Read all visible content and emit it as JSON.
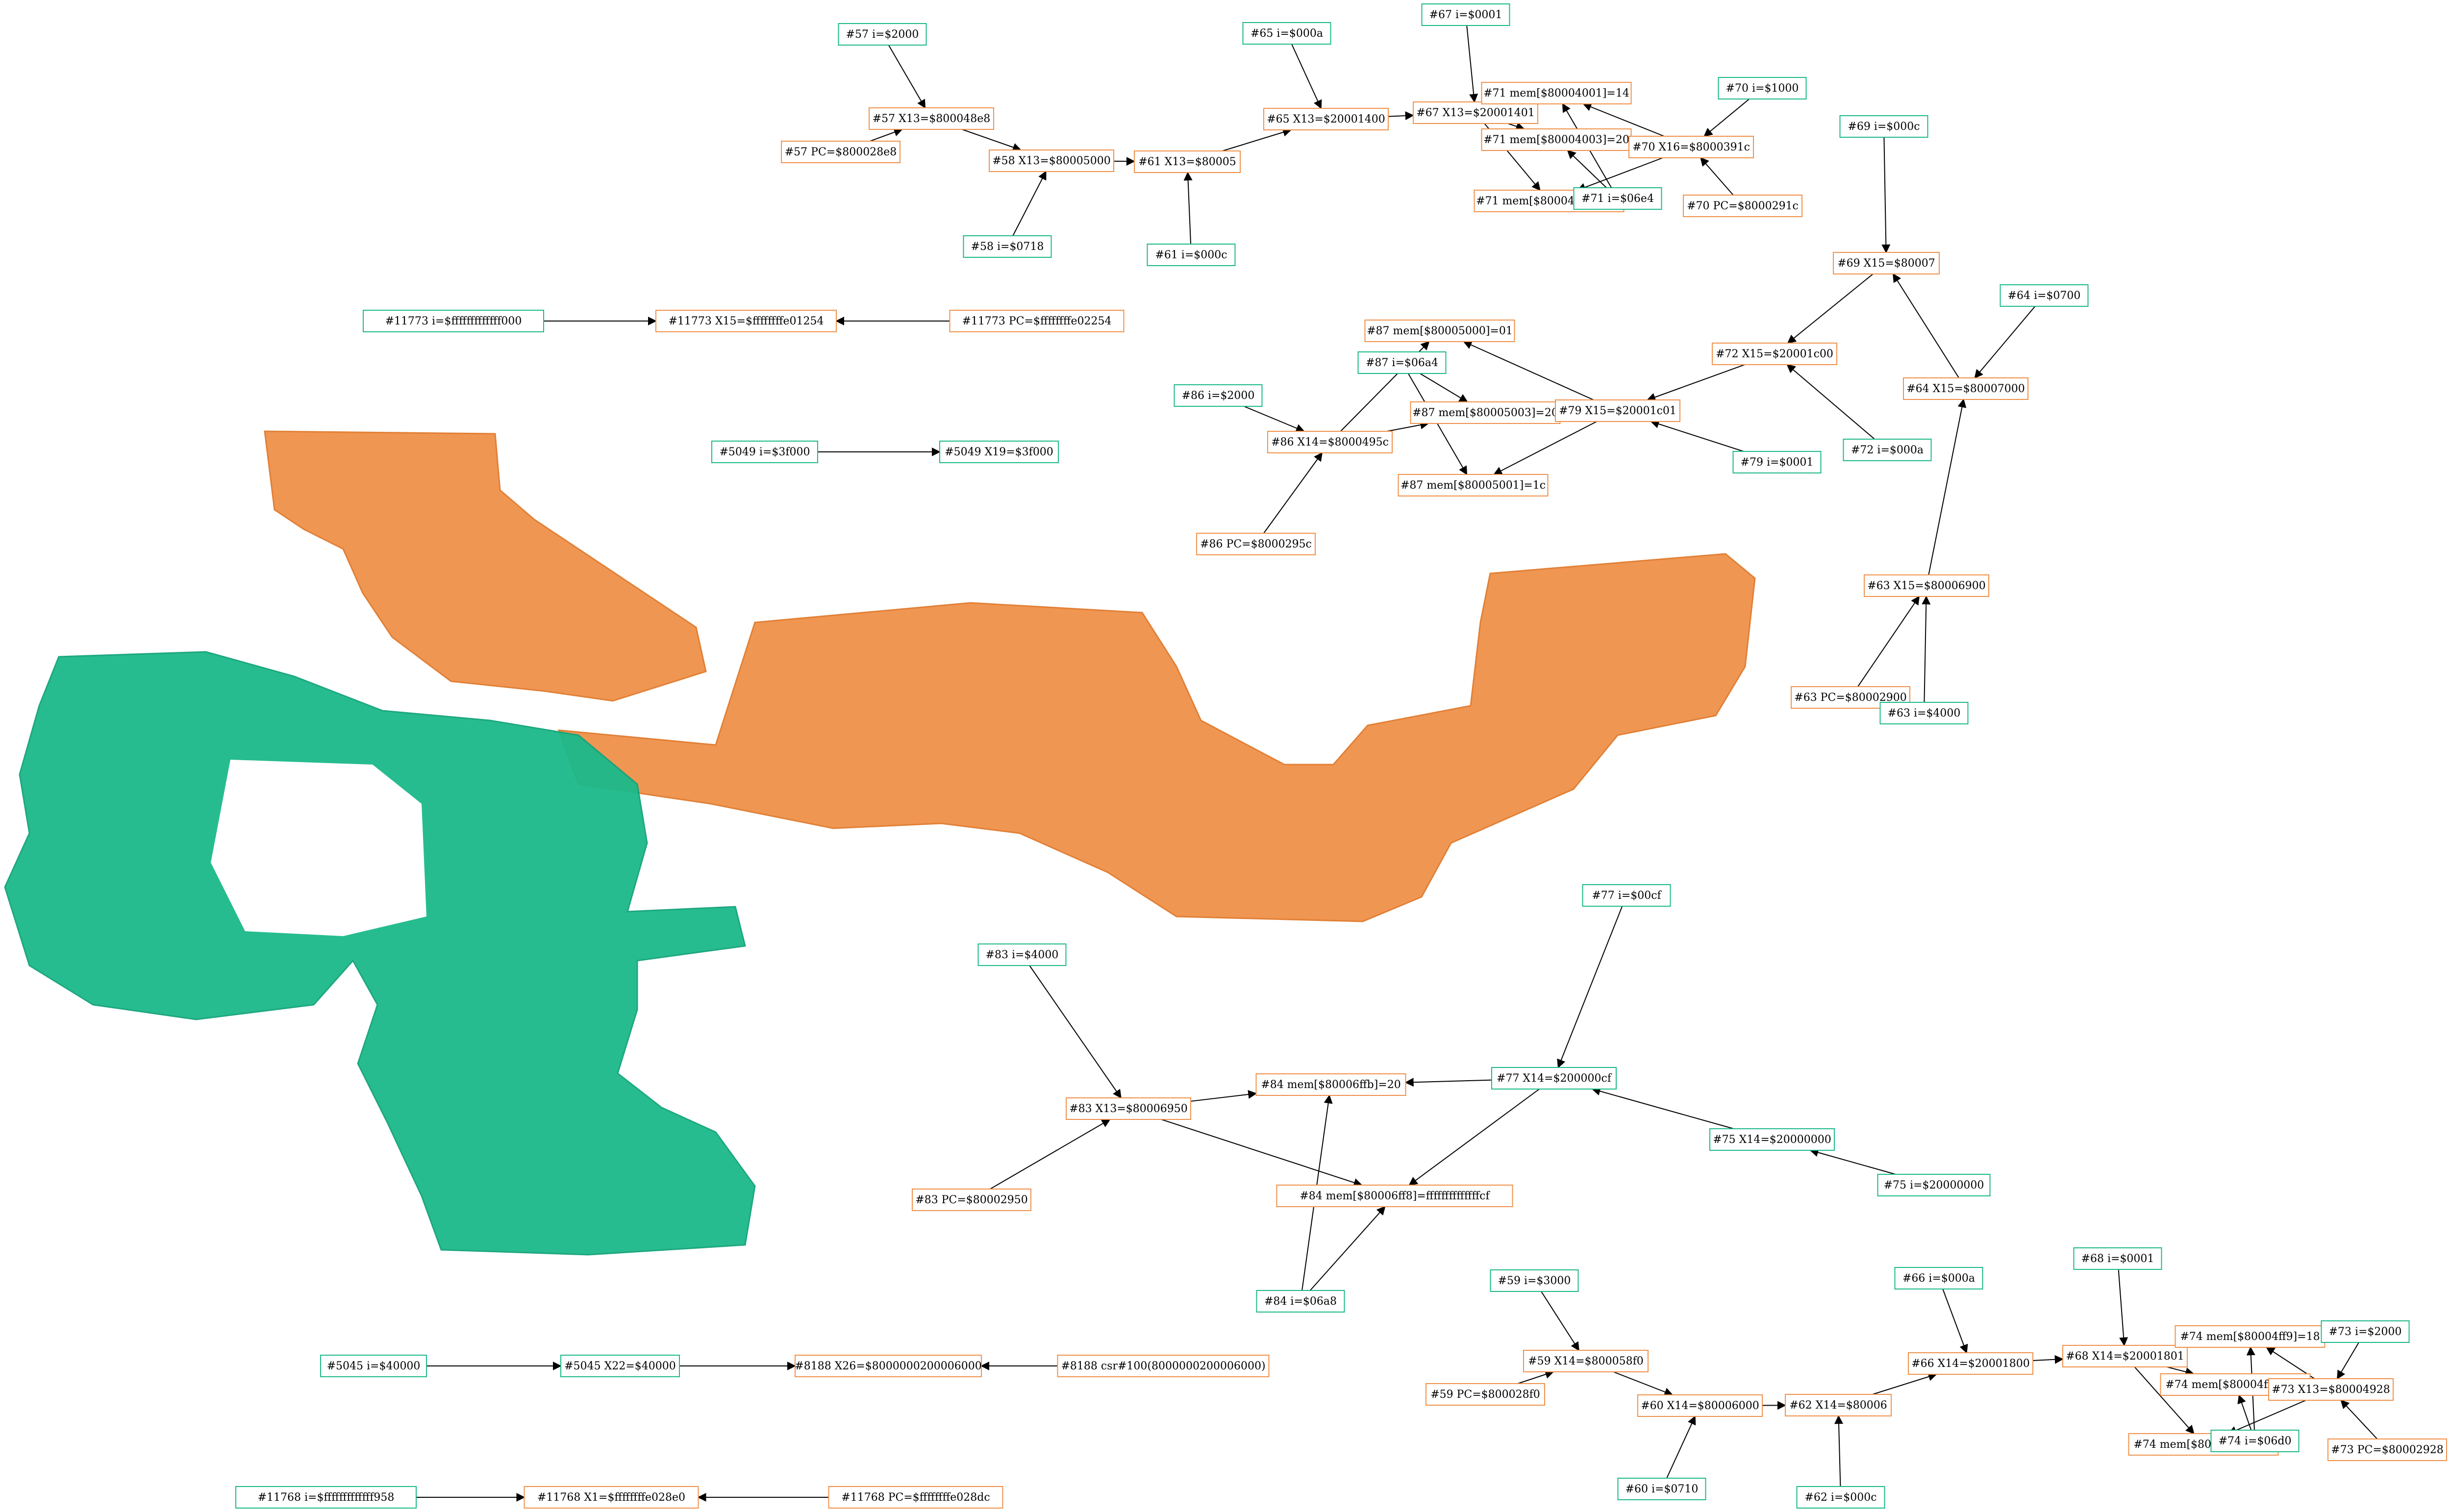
{
  "colors": {
    "teal": "#1bb98a",
    "orange": "#f0914a",
    "text": "#000000",
    "edge": "#000000",
    "background": "#ffffff"
  },
  "nodes": [
    {
      "id": "n57i",
      "label": "#57 i=$2000",
      "kind": "teal"
    },
    {
      "id": "n57x",
      "label": "#57 X13=$800048e8",
      "kind": "orange"
    },
    {
      "id": "n57pc",
      "label": "#57 PC=$800028e8",
      "kind": "orange"
    },
    {
      "id": "n58x",
      "label": "#58 X13=$80005000",
      "kind": "orange"
    },
    {
      "id": "n58i",
      "label": "#58 i=$0718",
      "kind": "teal"
    },
    {
      "id": "n61x",
      "label": "#61 X13=$80005",
      "kind": "orange"
    },
    {
      "id": "n61i",
      "label": "#61 i=$000c",
      "kind": "teal"
    },
    {
      "id": "n65i",
      "label": "#65 i=$000a",
      "kind": "teal"
    },
    {
      "id": "n65x",
      "label": "#65 X13=$20001400",
      "kind": "orange"
    },
    {
      "id": "n67i",
      "label": "#67 i=$0001",
      "kind": "teal"
    },
    {
      "id": "n67x",
      "label": "#67 X13=$20001401",
      "kind": "orange"
    },
    {
      "id": "n71m1",
      "label": "#71 mem[$80004001]=14",
      "kind": "orange"
    },
    {
      "id": "n71m3",
      "label": "#71 mem[$80004003]=20",
      "kind": "orange"
    },
    {
      "id": "n71m0",
      "label": "#71 mem[$80004000]=01",
      "kind": "orange"
    },
    {
      "id": "n71i",
      "label": "#71 i=$06e4",
      "kind": "teal"
    },
    {
      "id": "n70i",
      "label": "#70 i=$1000",
      "kind": "teal"
    },
    {
      "id": "n70x",
      "label": "#70 X16=$8000391c",
      "kind": "orange"
    },
    {
      "id": "n70pc",
      "label": "#70 PC=$8000291c",
      "kind": "orange"
    },
    {
      "id": "n69i",
      "label": "#69 i=$000c",
      "kind": "teal"
    },
    {
      "id": "n69x",
      "label": "#69 X15=$80007",
      "kind": "orange"
    },
    {
      "id": "n64i",
      "label": "#64 i=$0700",
      "kind": "teal"
    },
    {
      "id": "n64x",
      "label": "#64 X15=$80007000",
      "kind": "orange"
    },
    {
      "id": "n72x",
      "label": "#72 X15=$20001c00",
      "kind": "orange"
    },
    {
      "id": "n72i",
      "label": "#72 i=$000a",
      "kind": "teal"
    },
    {
      "id": "n63x",
      "label": "#63 X15=$80006900",
      "kind": "orange"
    },
    {
      "id": "n63pc",
      "label": "#63 PC=$80002900",
      "kind": "orange"
    },
    {
      "id": "n63i",
      "label": "#63 i=$4000",
      "kind": "teal"
    },
    {
      "id": "n11773i",
      "label": "#11773 i=$fffffffffffff000",
      "kind": "teal"
    },
    {
      "id": "n11773x",
      "label": "#11773 X15=$ffffffffe01254",
      "kind": "orange"
    },
    {
      "id": "n11773pc",
      "label": "#11773 PC=$ffffffffe02254",
      "kind": "orange"
    },
    {
      "id": "n87m0",
      "label": "#87 mem[$80005000]=01",
      "kind": "orange"
    },
    {
      "id": "n87i",
      "label": "#87 i=$06a4",
      "kind": "teal"
    },
    {
      "id": "n87m3",
      "label": "#87 mem[$80005003]=20",
      "kind": "orange"
    },
    {
      "id": "n87m1",
      "label": "#87 mem[$80005001]=1c",
      "kind": "orange"
    },
    {
      "id": "n79x",
      "label": "#79 X15=$20001c01",
      "kind": "orange"
    },
    {
      "id": "n79i",
      "label": "#79 i=$0001",
      "kind": "teal"
    },
    {
      "id": "n86i",
      "label": "#86 i=$2000",
      "kind": "teal"
    },
    {
      "id": "n86x",
      "label": "#86 X14=$8000495c",
      "kind": "orange"
    },
    {
      "id": "n86pc",
      "label": "#86 PC=$8000295c",
      "kind": "orange"
    },
    {
      "id": "n5049i",
      "label": "#5049 i=$3f000",
      "kind": "teal"
    },
    {
      "id": "n5049x",
      "label": "#5049 X19=$3f000",
      "kind": "teal"
    },
    {
      "id": "n77i",
      "label": "#77 i=$00cf",
      "kind": "teal"
    },
    {
      "id": "n77x",
      "label": "#77 X14=$200000cf",
      "kind": "teal"
    },
    {
      "id": "n75x",
      "label": "#75 X14=$20000000",
      "kind": "teal"
    },
    {
      "id": "n75i",
      "label": "#75 i=$20000000",
      "kind": "teal"
    },
    {
      "id": "n83i",
      "label": "#83 i=$4000",
      "kind": "teal"
    },
    {
      "id": "n83x",
      "label": "#83 X13=$80006950",
      "kind": "orange"
    },
    {
      "id": "n83pc",
      "label": "#83 PC=$80002950",
      "kind": "orange"
    },
    {
      "id": "n84mfb",
      "label": "#84 mem[$80006ffb]=20",
      "kind": "orange"
    },
    {
      "id": "n84mf8",
      "label": "#84 mem[$80006ff8]=ffffffffffffffcf",
      "kind": "orange"
    },
    {
      "id": "n84i",
      "label": "#84 i=$06a8",
      "kind": "teal"
    },
    {
      "id": "n59i",
      "label": "#59 i=$3000",
      "kind": "teal"
    },
    {
      "id": "n59x",
      "label": "#59 X14=$800058f0",
      "kind": "orange"
    },
    {
      "id": "n59pc",
      "label": "#59 PC=$800028f0",
      "kind": "orange"
    },
    {
      "id": "n60x",
      "label": "#60 X14=$80006000",
      "kind": "orange"
    },
    {
      "id": "n60i",
      "label": "#60 i=$0710",
      "kind": "teal"
    },
    {
      "id": "n62x",
      "label": "#62 X14=$80006",
      "kind": "orange"
    },
    {
      "id": "n62i",
      "label": "#62 i=$000c",
      "kind": "teal"
    },
    {
      "id": "n66i",
      "label": "#66 i=$000a",
      "kind": "teal"
    },
    {
      "id": "n66x",
      "label": "#66 X14=$20001800",
      "kind": "orange"
    },
    {
      "id": "n68i",
      "label": "#68 i=$0001",
      "kind": "teal"
    },
    {
      "id": "n68x",
      "label": "#68 X14=$20001801",
      "kind": "orange"
    },
    {
      "id": "n74m9",
      "label": "#74 mem[$80004ff9]=18",
      "kind": "orange"
    },
    {
      "id": "n74mb",
      "label": "#74 mem[$80004ffb]=20",
      "kind": "orange"
    },
    {
      "id": "n74m8",
      "label": "#74 mem[$80004ff8]=01",
      "kind": "orange"
    },
    {
      "id": "n74i",
      "label": "#74 i=$06d0",
      "kind": "teal"
    },
    {
      "id": "n73i",
      "label": "#73 i=$2000",
      "kind": "teal"
    },
    {
      "id": "n73x",
      "label": "#73 X13=$80004928",
      "kind": "orange"
    },
    {
      "id": "n73pc",
      "label": "#73 PC=$80002928",
      "kind": "orange"
    },
    {
      "id": "n5045i",
      "label": "#5045 i=$40000",
      "kind": "teal"
    },
    {
      "id": "n5045x",
      "label": "#5045 X22=$40000",
      "kind": "teal"
    },
    {
      "id": "n8188x",
      "label": "#8188 X26=$8000000200006000",
      "kind": "orange"
    },
    {
      "id": "n8188csr",
      "label": "#8188 csr#100(8000000200006000)",
      "kind": "orange"
    },
    {
      "id": "n11768i",
      "label": "#11768 i=$fffffffffffff958",
      "kind": "teal"
    },
    {
      "id": "n11768x",
      "label": "#11768 X1=$ffffffffe028e0",
      "kind": "orange"
    },
    {
      "id": "n11768pc",
      "label": "#11768 PC=$ffffffffe028dc",
      "kind": "orange"
    }
  ],
  "edges": [
    [
      "n57i",
      "n57x"
    ],
    [
      "n57pc",
      "n57x"
    ],
    [
      "n57x",
      "n58x"
    ],
    [
      "n58i",
      "n58x"
    ],
    [
      "n58x",
      "n61x"
    ],
    [
      "n61i",
      "n61x"
    ],
    [
      "n61x",
      "n65x"
    ],
    [
      "n65i",
      "n65x"
    ],
    [
      "n65x",
      "n67x"
    ],
    [
      "n67i",
      "n67x"
    ],
    [
      "n67x",
      "n71m3"
    ],
    [
      "n67x",
      "n71m0"
    ],
    [
      "n71i",
      "n71m1"
    ],
    [
      "n71i",
      "n71m3"
    ],
    [
      "n70x",
      "n71m1"
    ],
    [
      "n70x",
      "n71m0"
    ],
    [
      "n70i",
      "n70x"
    ],
    [
      "n70pc",
      "n70x"
    ],
    [
      "n69i",
      "n69x"
    ],
    [
      "n64x",
      "n69x"
    ],
    [
      "n69x",
      "n72x"
    ],
    [
      "n64i",
      "n64x"
    ],
    [
      "n63x",
      "n64x"
    ],
    [
      "n72i",
      "n72x"
    ],
    [
      "n72x",
      "n79x"
    ],
    [
      "n63pc",
      "n63x"
    ],
    [
      "n63i",
      "n63x"
    ],
    [
      "n11773i",
      "n11773x"
    ],
    [
      "n11773pc",
      "n11773x"
    ],
    [
      "n79x",
      "n87m0"
    ],
    [
      "n79x",
      "n87m1"
    ],
    [
      "n79i",
      "n79x"
    ],
    [
      "n86x",
      "n87m0"
    ],
    [
      "n86x",
      "n87m3"
    ],
    [
      "n87i",
      "n87m3"
    ],
    [
      "n87i",
      "n87m1"
    ],
    [
      "n86i",
      "n86x"
    ],
    [
      "n86pc",
      "n86x"
    ],
    [
      "n5049i",
      "n5049x"
    ],
    [
      "n77i",
      "n77x"
    ],
    [
      "n75x",
      "n77x"
    ],
    [
      "n75i",
      "n75x"
    ],
    [
      "n77x",
      "n84mfb"
    ],
    [
      "n77x",
      "n84mf8"
    ],
    [
      "n83i",
      "n83x"
    ],
    [
      "n83pc",
      "n83x"
    ],
    [
      "n83x",
      "n84mfb"
    ],
    [
      "n83x",
      "n84mf8"
    ],
    [
      "n84i",
      "n84mfb"
    ],
    [
      "n84i",
      "n84mf8"
    ],
    [
      "n59i",
      "n59x"
    ],
    [
      "n59pc",
      "n59x"
    ],
    [
      "n59x",
      "n60x"
    ],
    [
      "n60i",
      "n60x"
    ],
    [
      "n60x",
      "n62x"
    ],
    [
      "n62i",
      "n62x"
    ],
    [
      "n62x",
      "n66x"
    ],
    [
      "n66i",
      "n66x"
    ],
    [
      "n66x",
      "n68x"
    ],
    [
      "n68i",
      "n68x"
    ],
    [
      "n68x",
      "n74mb"
    ],
    [
      "n68x",
      "n74m8"
    ],
    [
      "n74i",
      "n74m9"
    ],
    [
      "n74i",
      "n74mb"
    ],
    [
      "n73x",
      "n74m9"
    ],
    [
      "n73x",
      "n74m8"
    ],
    [
      "n73i",
      "n73x"
    ],
    [
      "n73pc",
      "n73x"
    ],
    [
      "n5045i",
      "n5045x"
    ],
    [
      "n5045x",
      "n8188x"
    ],
    [
      "n8188csr",
      "n8188x"
    ],
    [
      "n11768i",
      "n11768x"
    ],
    [
      "n11768pc",
      "n11768x"
    ]
  ]
}
